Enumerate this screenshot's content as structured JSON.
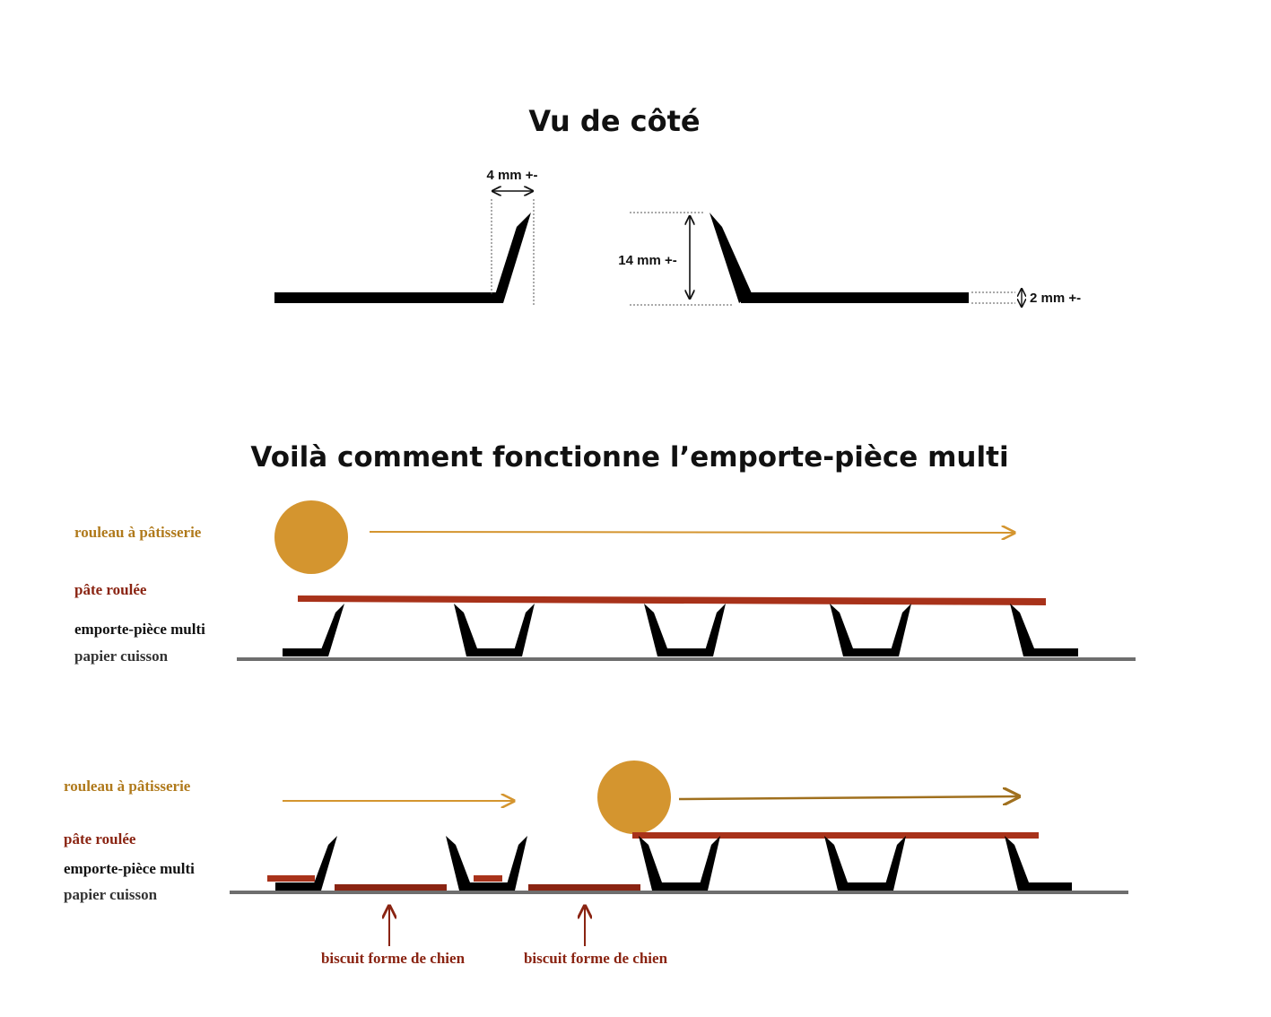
{
  "side_view": {
    "title": "Vu de côté",
    "dim_width": "4 mm +-",
    "dim_height": "14 mm +-",
    "dim_thickness": "2 mm +-"
  },
  "how_it_works": {
    "title": "Voilà comment fonctionne l’emporte-pièce multi",
    "labels": {
      "rolling_pin": "rouleau à pâtisserie",
      "dough": "pâte roulée",
      "cutter": "emporte-pièce multi",
      "paper": "papier cuisson"
    },
    "biscuit_label": "biscuit forme de chien"
  },
  "colors": {
    "rolling_pin": "#d4952f",
    "dough": "#a8321a",
    "biscuit": "#8a2412",
    "cutter": "#000000",
    "paper": "#6e6e6e"
  }
}
